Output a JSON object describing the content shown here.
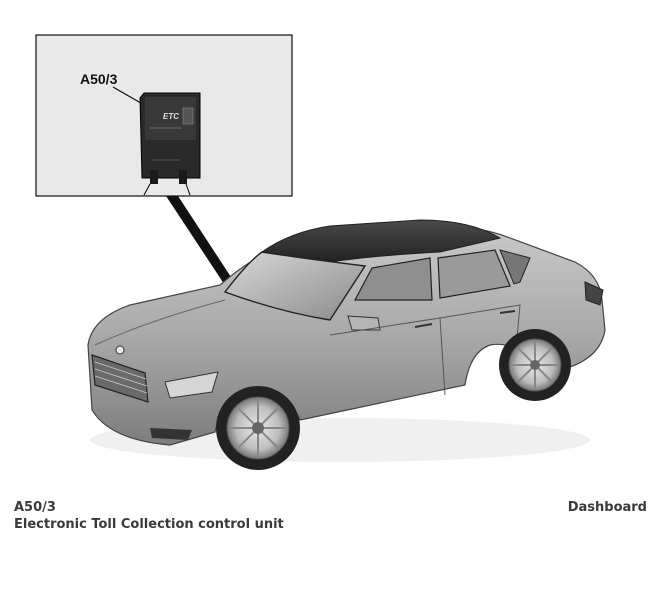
{
  "inset": {
    "callout_label": "A50/3",
    "device_logo": "ETC"
  },
  "caption": {
    "component_code": "A50/3",
    "component_name": "Electronic Toll Collection control unit",
    "location": "Dashboard"
  }
}
